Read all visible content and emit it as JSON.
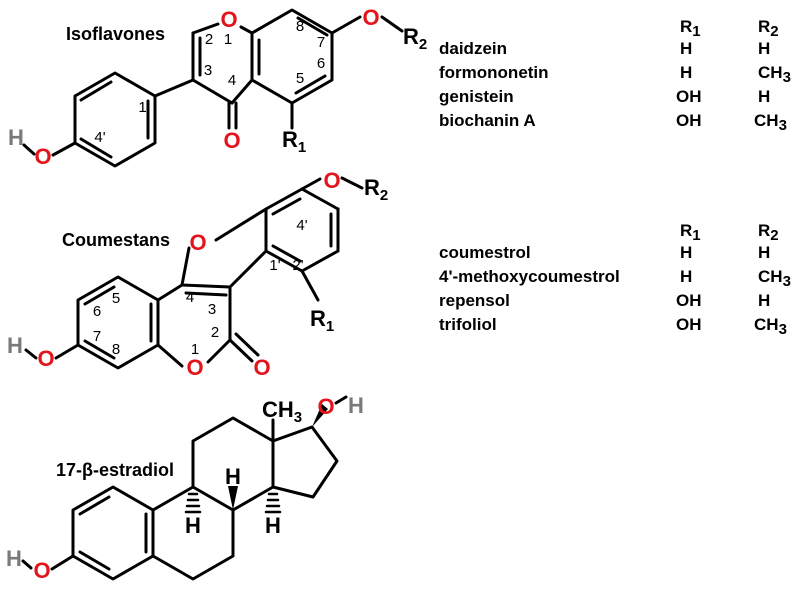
{
  "isoflavones": {
    "title": "Isoflavones",
    "atoms": {
      "o_ring": "O",
      "o_ketone": "O",
      "o_ether": "O",
      "o_hydroxyl": "O",
      "h_hydroxyl": "H",
      "r1": "R",
      "r1_sub": "1",
      "r2": "R",
      "r2_sub": "2"
    },
    "positions": [
      "1",
      "2",
      "3",
      "4",
      "5",
      "6",
      "7",
      "8",
      "1'",
      "4'"
    ],
    "table": {
      "headers": [
        {
          "main": "R",
          "sub": "1"
        },
        {
          "main": "R",
          "sub": "2"
        }
      ],
      "rows": [
        {
          "name": "daidzein",
          "r1": "H",
          "r2": "H"
        },
        {
          "name": "formononetin",
          "r1": "H",
          "r2": "CH",
          "r2_sub": "3"
        },
        {
          "name": "genistein",
          "r1": "OH",
          "r2": "H"
        },
        {
          "name": "biochanin A",
          "r1": "OH",
          "r2": "CH",
          "r2_sub": "3"
        }
      ]
    }
  },
  "coumestans": {
    "title": "Coumestans",
    "atoms": {
      "o_furan": "O",
      "o_lactone": "O",
      "o_carbonyl": "O",
      "o_ether": "O",
      "o_hydroxyl": "O",
      "h_hydroxyl": "H",
      "r1": "R",
      "r1_sub": "1",
      "r2": "R",
      "r2_sub": "2"
    },
    "positions": [
      "1",
      "2",
      "3",
      "4",
      "5",
      "6",
      "7",
      "8",
      "1'",
      "2'",
      "4'"
    ],
    "table": {
      "headers": [
        {
          "main": "R",
          "sub": "1"
        },
        {
          "main": "R",
          "sub": "2"
        }
      ],
      "rows": [
        {
          "name": "coumestrol",
          "r1": "H",
          "r2": "H"
        },
        {
          "name": "4'-methoxycoumestrol",
          "r1": "H",
          "r2": "CH",
          "r2_sub": "3"
        },
        {
          "name": "repensol",
          "r1": "OH",
          "r2": "H"
        },
        {
          "name": "trifoliol",
          "r1": "OH",
          "r2": "CH",
          "r2_sub": "3"
        }
      ]
    }
  },
  "estradiol": {
    "title": "17-β-estradiol",
    "atoms": {
      "methyl": "CH",
      "methyl_sub": "3",
      "o_17": "O",
      "h_17": "H",
      "o_3": "O",
      "h_3": "H",
      "h_8": "H",
      "h_9": "H",
      "h_14": "H"
    }
  },
  "colors": {
    "oxygen": "#e3141b",
    "hydrogen": "#7a7a7a",
    "bond": "#000000"
  }
}
